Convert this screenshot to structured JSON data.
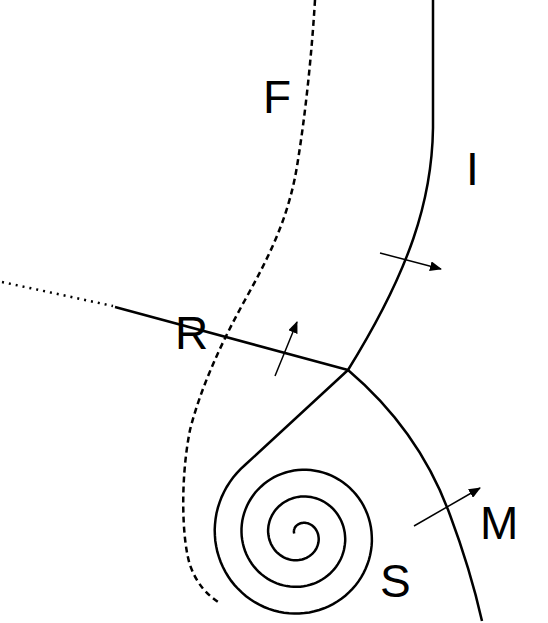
{
  "diagram": {
    "labels": [
      "F",
      "I",
      "R",
      "M",
      "S"
    ]
  }
}
